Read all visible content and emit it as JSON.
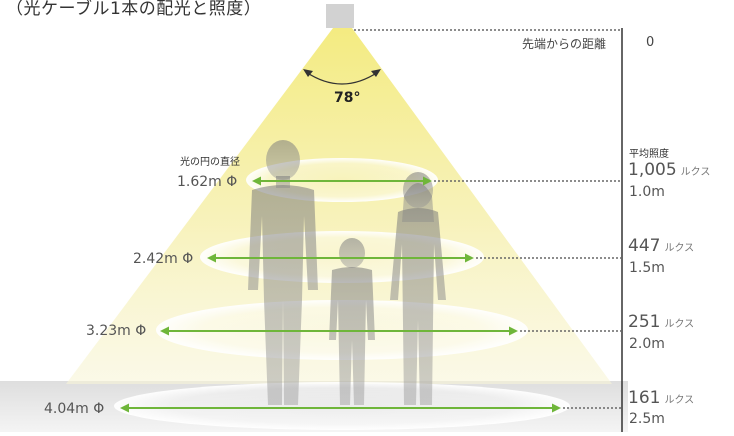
{
  "title": "（光ケーブル1本の配光と照度）",
  "angle_label": "78°",
  "distance_header": "先端からの距離",
  "distance_origin": "0",
  "diameter_header": "光の円の直径",
  "illuminance_header": "平均照度",
  "lux_unit": "ルクス",
  "levels": [
    {
      "diameter": "1.62m Φ",
      "lux": "1,005",
      "distance": "1.0m"
    },
    {
      "diameter": "2.42m Φ",
      "lux": "447",
      "distance": "1.5m"
    },
    {
      "diameter": "3.23m Φ",
      "lux": "251",
      "distance": "2.0m"
    },
    {
      "diameter": "4.04m Φ",
      "lux": "161",
      "distance": "2.5m"
    }
  ],
  "colors": {
    "cone": "#f5efa0",
    "arrow": "#6fb63a",
    "silhouette": "#8a8a8a",
    "axis": "#333333"
  }
}
